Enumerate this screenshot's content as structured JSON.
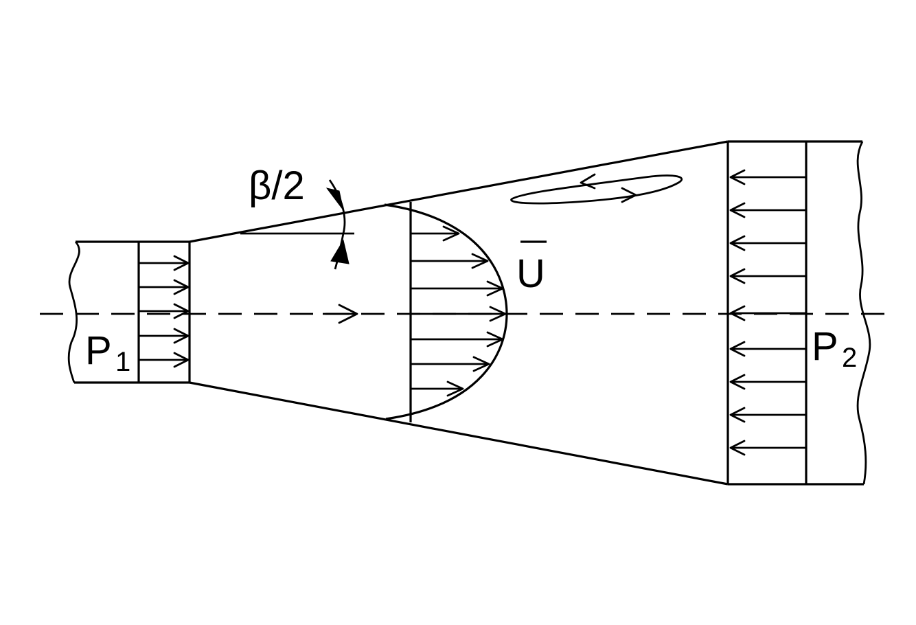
{
  "labels": {
    "angle": "β/2",
    "p1_main": "P",
    "p1_sub": "1",
    "p2_main": "P",
    "p2_sub": "2",
    "velocity": "U"
  },
  "colors": {
    "ink": "#000000",
    "background": "#ffffff"
  }
}
